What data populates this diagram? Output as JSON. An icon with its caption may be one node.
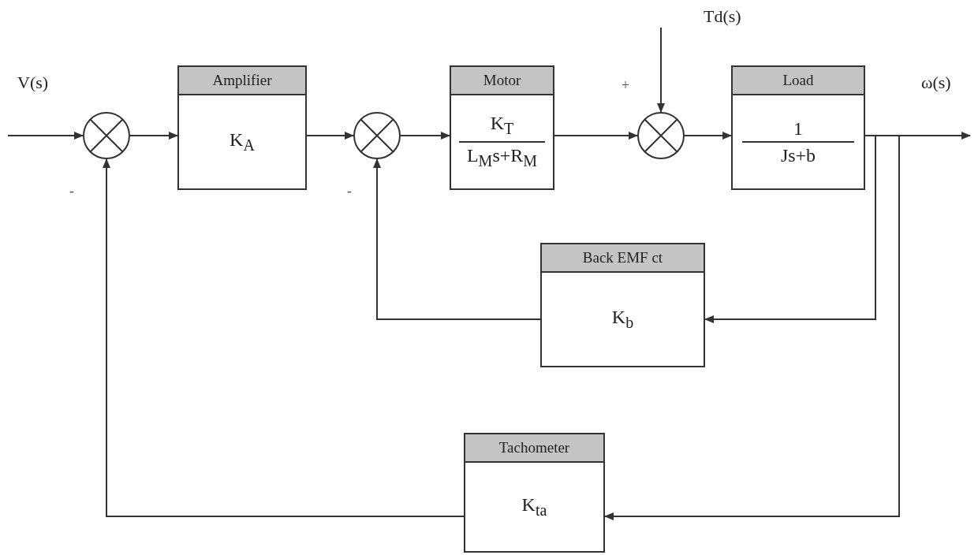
{
  "diagram": {
    "nodes": [
      {
        "text": [],
        "shape": "circle"
      },
      {
        "text": [
          "Amplifier",
          "K$_{A}$"
        ]
      },
      {
        "text": [],
        "shape": "circle"
      },
      {
        "text": [
          "Motor",
          "K$_{T}$",
          "L$_{M}$s+R$_{M}$"
        ]
      },
      {
        "text": [],
        "shape": "circle"
      },
      {
        "text": [
          "Load",
          "1",
          "Js+b"
        ]
      },
      {
        "text": [
          "Back EMF ct",
          "K$_{b}$"
        ]
      },
      {
        "text": [
          "Tachometer",
          "K$_{ta}$"
        ]
      }
    ],
    "edges": [
      {
        "from": null,
        "to": 0,
        "arrow": "to",
        "label": "V(s)"
      },
      {
        "from": 0,
        "to": 1,
        "arrow": "to"
      },
      {
        "from": 1,
        "to": 2,
        "arrow": "to"
      },
      {
        "from": 2,
        "to": 3,
        "arrow": "to"
      },
      {
        "from": 3,
        "to": 4,
        "arrow": "to"
      },
      {
        "from": null,
        "to": 4,
        "arrow": "to",
        "label": "Td(s)"
      },
      {
        "from": 4,
        "to": 5,
        "arrow": "to"
      },
      {
        "from": 5,
        "to": null,
        "arrow": "to",
        "label": "ω(s)"
      },
      {
        "from": 5,
        "to": 6,
        "arrow": "to"
      },
      {
        "from": 6,
        "to": 2,
        "arrow": "to"
      },
      {
        "from": 5,
        "to": 7,
        "arrow": "to"
      },
      {
        "from": 7,
        "to": 0,
        "arrow": "to"
      }
    ],
    "labels": [
      "-",
      "-",
      "+"
    ]
  }
}
